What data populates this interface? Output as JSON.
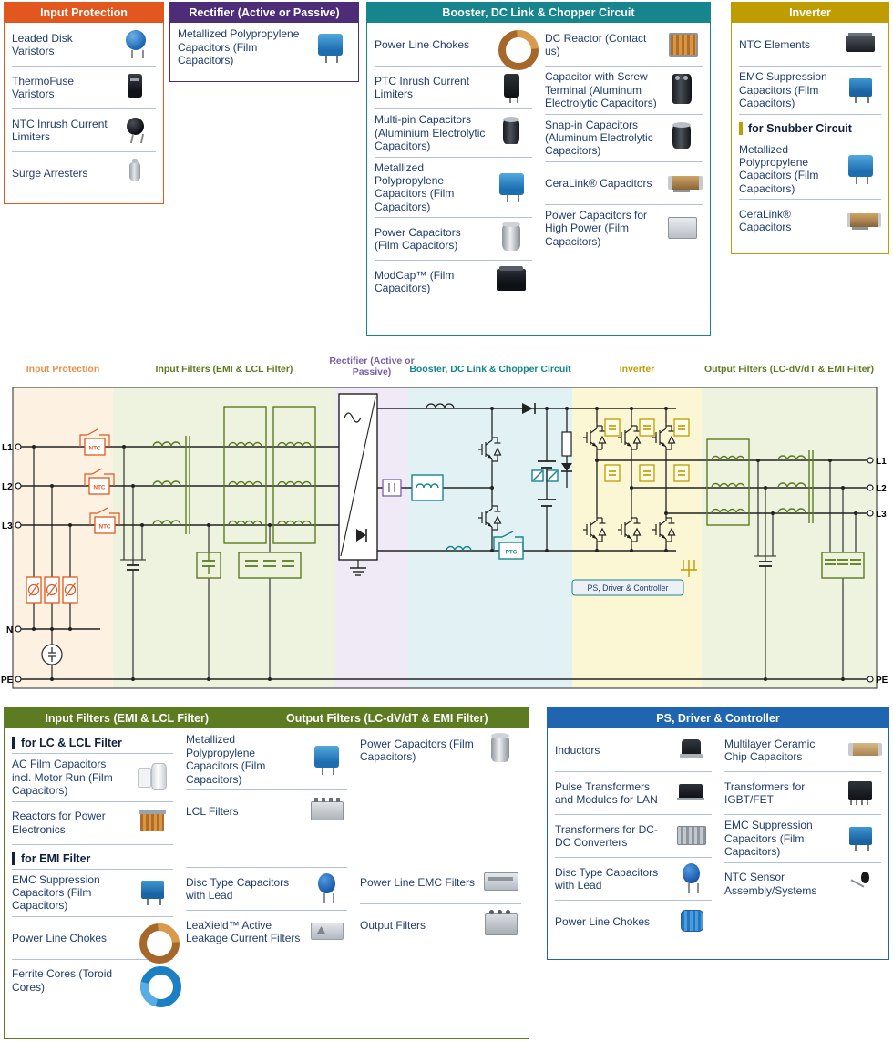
{
  "panels": {
    "input_protection": {
      "title": "Input Protection",
      "accent_color": "#e2571e",
      "items": [
        {
          "label": "Leaded Disk Varistors",
          "icon": "disk-varistor"
        },
        {
          "label": "ThermoFuse Varistors",
          "icon": "thermofuse"
        },
        {
          "label": "NTC Inrush Current Limiters",
          "icon": "ntc-disk"
        },
        {
          "label": "Surge Arresters",
          "icon": "surge-arrester"
        }
      ]
    },
    "rectifier": {
      "title": "Rectifier (Active or Passive)",
      "accent_color": "#4e2d78",
      "items": [
        {
          "label": "Metallized Polypropylene Capacitors (Film Capacitors)",
          "icon": "film-cap"
        }
      ]
    },
    "booster": {
      "title": "Booster, DC Link & Chopper Circuit",
      "accent_color": "#17858d",
      "col1": [
        {
          "label": "Power Line Chokes",
          "icon": "power-line-choke"
        },
        {
          "label": "PTC Inrush Current Limiters",
          "icon": "ptc-limiter"
        },
        {
          "label": "Multi-pin Capacitors (Aluminium Electrolytic Capacitors)",
          "icon": "multipin-cap"
        },
        {
          "label": "Metallized Polypropylene Capacitors (Film Capacitors)",
          "icon": "film-cap"
        },
        {
          "label": "Power Capacitors (Film Capacitors)",
          "icon": "power-cap-cyl"
        },
        {
          "label": "ModCap™ (Film Capacitors)",
          "icon": "modcap"
        }
      ],
      "col2": [
        {
          "label": "DC Reactor (Contact us)",
          "icon": "dc-reactor"
        },
        {
          "label": "Capacitor with Screw Terminal (Aluminum Electrolytic Capacitors)",
          "icon": "screw-terminal-cap"
        },
        {
          "label": "Snap-in Capacitors (Aluminum Electrolytic Capacitors)",
          "icon": "snapin-cap"
        },
        {
          "label": "CeraLink® Capacitors",
          "icon": "ceralink"
        },
        {
          "label": "Power Capacitors for High Power (Film Capacitors)",
          "icon": "power-cap-box"
        }
      ]
    },
    "inverter": {
      "title": "Inverter",
      "accent_color": "#bf9c00",
      "items": [
        {
          "label": "NTC Elements",
          "icon": "ntc-module"
        },
        {
          "label": "EMC Suppression Capacitors (Film Capacitors)",
          "icon": "emc-cap"
        },
        {
          "subheader": "for Snubber Circuit"
        },
        {
          "label": "Metallized Polypropylene Capacitors (Film Capacitors)",
          "icon": "film-cap"
        },
        {
          "label": "CeraLink® Capacitors",
          "icon": "ceralink"
        }
      ]
    },
    "filters": {
      "title_left": "Input Filters (EMI & LCL Filter)",
      "title_right": "Output Filters (LC-dV/dT & EMI Filter)",
      "accent_color": "#5d7b20",
      "col1": [
        {
          "subheader": "for LC & LCL Filter"
        },
        {
          "label": "AC Film Capacitors incl. Motor Run (Film Capacitors)",
          "icon": "ac-film-cap"
        },
        {
          "label": "Reactors for Power Electronics",
          "icon": "reactor"
        },
        {
          "subheader": "for EMI Filter"
        },
        {
          "label": "EMC Suppression Capacitors (Film Capacitors)",
          "icon": "emc-cap"
        },
        {
          "label": "Power Line Chokes",
          "icon": "power-line-choke"
        },
        {
          "label": "Ferrite Cores (Toroid Cores)",
          "icon": "ferrite-core"
        }
      ],
      "col2": [
        {
          "label": "Metallized Polypropylene Capacitors (Film Capacitors)",
          "icon": "film-cap"
        },
        {
          "label": "LCL Filters",
          "icon": "lcl-filter"
        },
        {
          "label": "Disc Type Capacitors with Lead",
          "icon": "disc-cap"
        },
        {
          "label": "LeaXield™ Active Leakage Current Filters",
          "icon": "leaxield"
        }
      ],
      "col3": [
        {
          "label": "Power Capacitors (Film Capacitors)",
          "icon": "power-cap-cyl"
        },
        {
          "label": "Power Line EMC Filters",
          "icon": "emc-filter-box"
        },
        {
          "label": "Output Filters",
          "icon": "output-filter-box"
        }
      ]
    },
    "ps_driver": {
      "title": "PS, Driver & Controller",
      "accent_color": "#2065b0",
      "col1": [
        {
          "label": "Inductors",
          "icon": "smd-inductor"
        },
        {
          "label": "Pulse Transformers and Modules for LAN",
          "icon": "pulse-transformer"
        },
        {
          "label": "Transformers for DC-DC Converters",
          "icon": "dcdc-transformer"
        },
        {
          "label": "Disc Type Capacitors with Lead",
          "icon": "disc-cap"
        },
        {
          "label": "Power Line Chokes",
          "icon": "choke-blue"
        }
      ],
      "col2": [
        {
          "label": "Multilayer Ceramic Chip Capacitors",
          "icon": "mlcc"
        },
        {
          "label": "Transformers for IGBT/FET",
          "icon": "igbt-transformer"
        },
        {
          "label": "EMC Suppression Capacitors (Film Capacitors)",
          "icon": "emc-cap"
        },
        {
          "label": "NTC Sensor Assembly/Systems",
          "icon": "ntc-sensor"
        }
      ]
    }
  },
  "circuit": {
    "zones": [
      {
        "label": "Input Protection",
        "color": "#e8914e",
        "bg": "#fdf2e2"
      },
      {
        "label": "Input Filters (EMI & LCL Filter)",
        "color": "#5d7b20",
        "bg": "#edf3de"
      },
      {
        "label": "Rectifier (Active or Passive)",
        "color": "#7a5fa8",
        "bg": "#efeaf6"
      },
      {
        "label": "Booster, DC Link & Chopper Circuit",
        "color": "#17858d",
        "bg": "#e2f1f3"
      },
      {
        "label": "Inverter",
        "color": "#bf9c00",
        "bg": "#fbf6d3"
      },
      {
        "label": "Output Filters (LC-dV/dT & EMI Filter)",
        "color": "#5d7b20",
        "bg": "#edf3de"
      }
    ],
    "left_terminals": [
      "L1",
      "L2",
      "L3",
      "N",
      "PE"
    ],
    "right_terminals": [
      "L1",
      "L2",
      "L3",
      "PE"
    ],
    "ntc_label": "NTC",
    "ptc_label": "PTC",
    "controller_badge": "PS, Driver & Controller"
  }
}
